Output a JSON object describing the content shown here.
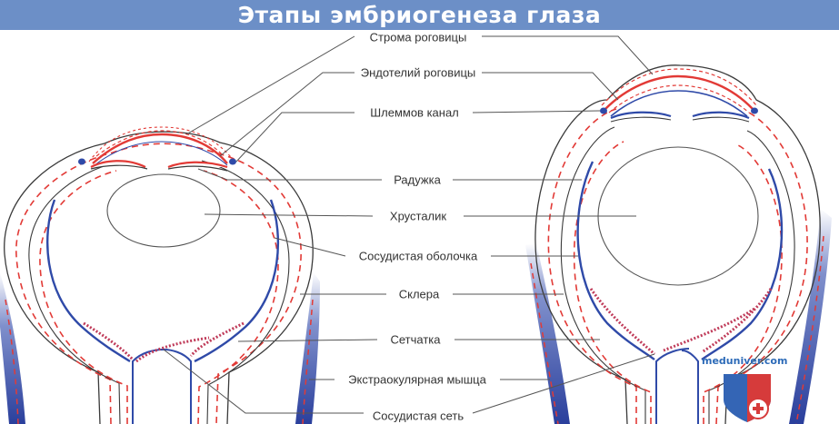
{
  "title": "Этапы эмбриогенеза глаза",
  "labels": [
    "Строма роговицы",
    "Эндотелий роговицы",
    "Шлеммов канал",
    "Радужка",
    "Хрусталик",
    "Сосудистая оболочка",
    "Склера",
    "Сетчатка",
    "Экстраокулярная мышца",
    "Сосудистая сеть"
  ],
  "watermark": {
    "text": "meduniver.com",
    "logo": "medical-cross-shield-logo"
  },
  "colors": {
    "header": "#6c8fc7",
    "red": "#e23a36",
    "blue": "#2f4aa8",
    "line": "#444444"
  }
}
